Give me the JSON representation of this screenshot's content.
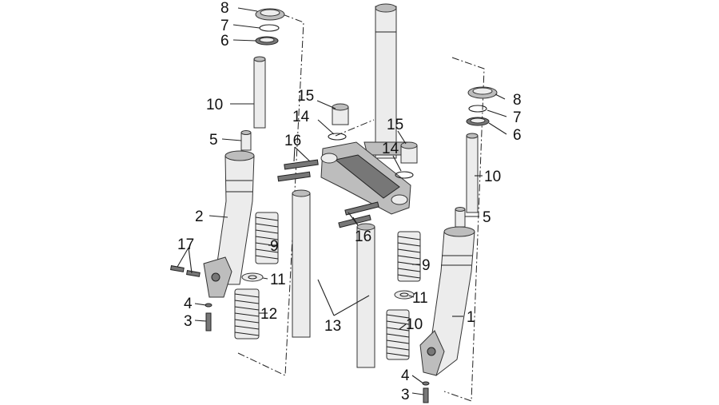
{
  "callouts": {
    "c8_left": "8",
    "c7_left": "7",
    "c6_left": "6",
    "c10_left": "10",
    "c5_left": "5",
    "c2": "2",
    "c17": "17",
    "c4_left": "4",
    "c3_left": "3",
    "c9_left": "9",
    "c11_left": "11",
    "c12": "12",
    "c15_left": "15",
    "c14_left": "14",
    "c16_top": "16",
    "c15_right": "15",
    "c14_right": "14",
    "c16_bottom": "16",
    "c13": "13",
    "c8_right": "8",
    "c7_right": "7",
    "c6_right": "6",
    "c10_right": "10",
    "c5_right": "5",
    "c9_right": "9",
    "c11_right": "11",
    "c10_spring": "10",
    "c1": "1",
    "c4_right": "4",
    "c3_right": "3"
  }
}
